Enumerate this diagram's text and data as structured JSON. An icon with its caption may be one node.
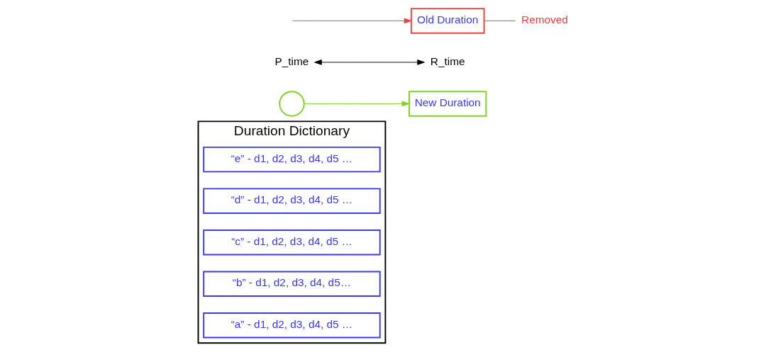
{
  "diagram": {
    "nodes": [
      {
        "text": [
          "Duration Dictionary"
        ]
      },
      {
        "text": [
          "“a” - d1, d2, d3, d4, d5 …"
        ],
        "in": 0
      },
      {
        "text": [
          "“b” - d1, d2, d3, d4, d5…"
        ],
        "in": 0
      },
      {
        "text": [
          "“c” - d1, d2, d3, d4, d5 …"
        ],
        "in": 0
      },
      {
        "text": [
          "“d” - d1, d2, d3, d4, d5 …"
        ],
        "in": 0
      },
      {
        "text": [
          "“e” - d1, d2, d3, d4, d5 …"
        ],
        "in": 0
      },
      {
        "text": [],
        "shape": "circle"
      },
      {
        "text": [
          "New Duration"
        ]
      },
      {
        "text": [
          "P_time"
        ]
      },
      {
        "text": [
          "R_time"
        ]
      },
      {
        "text": [
          "Old Duration"
        ]
      },
      {
        "text": [
          "Removed"
        ]
      }
    ],
    "edges": [
      {
        "from": 6,
        "to": 7,
        "arrow": "to",
        "color": "#7ed321"
      },
      {
        "from": 8,
        "to": 9,
        "arrow": "both",
        "color": "#000000"
      },
      {
        "from": null,
        "to": 10,
        "arrow": "to",
        "color": "#e8433a"
      },
      {
        "from": 10,
        "to": 11,
        "arrow": "none",
        "color": "#e8433a"
      }
    ]
  }
}
